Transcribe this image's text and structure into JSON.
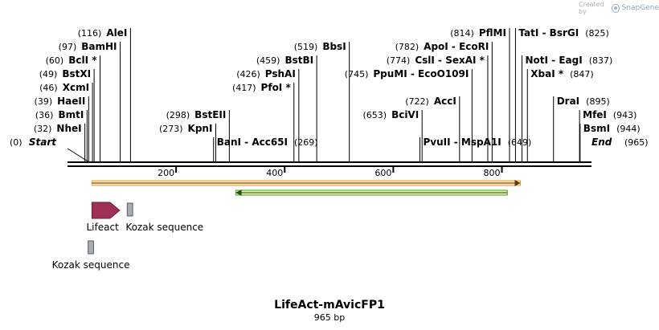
{
  "brand": {
    "created_by": "Created by",
    "app_name": "SnapGene"
  },
  "sequence": {
    "name": "LifeAct-mAvicFP1",
    "length_label": "965 bp",
    "length": 965
  },
  "colors": {
    "backbone": "#000000",
    "lifeact_arrow": "#a0305a",
    "kozak_box": "#a8acb4",
    "orange_orf": "#e8a040",
    "orange_orf_fill": "#fbe2b4",
    "green_orf": "#48b020",
    "green_orf_fill": "#d8f0b0",
    "leader_line": "#000000"
  },
  "terminals": [
    {
      "id": "start",
      "pos": 0,
      "num": "(0)",
      "name": "Start"
    },
    {
      "id": "end",
      "pos": 965,
      "num": "(965)",
      "name": "End"
    }
  ],
  "sites_left": [
    {
      "pos": 32,
      "num": "(32)",
      "name": "NheI"
    },
    {
      "pos": 36,
      "num": "(36)",
      "name": "BmtI"
    },
    {
      "pos": 39,
      "num": "(39)",
      "name": "HaeII"
    },
    {
      "pos": 46,
      "num": "(46)",
      "name": "XcmI"
    },
    {
      "pos": 49,
      "num": "(49)",
      "name": "BstXI"
    },
    {
      "pos": 60,
      "num": "(60)",
      "name": "BclI *"
    },
    {
      "pos": 97,
      "num": "(97)",
      "name": "BamHI"
    },
    {
      "pos": 116,
      "num": "(116)",
      "name": "AleI"
    }
  ],
  "sites_mid": [
    {
      "pos": 269,
      "num": "(269)",
      "name": "BanI  -  Acc65I",
      "side": "left"
    },
    {
      "pos": 273,
      "num": "(273)",
      "name": "KpnI",
      "side": "left"
    },
    {
      "pos": 298,
      "num": "(298)",
      "name": "BstEII",
      "side": "left"
    },
    {
      "pos": 417,
      "num": "(417)",
      "name": "PfoI *",
      "side": "left"
    },
    {
      "pos": 426,
      "num": "(426)",
      "name": "PshAI",
      "side": "left"
    },
    {
      "pos": 459,
      "num": "(459)",
      "name": "BstBI",
      "side": "left"
    },
    {
      "pos": 519,
      "num": "(519)",
      "name": "BbsI",
      "side": "left"
    },
    {
      "pos": 649,
      "num": "(649)",
      "name": "PvuII  -  MspA1I",
      "side": "left"
    },
    {
      "pos": 653,
      "num": "(653)",
      "name": "BciVI",
      "side": "left"
    },
    {
      "pos": 722,
      "num": "(722)",
      "name": "AccI",
      "side": "left"
    },
    {
      "pos": 745,
      "num": "(745)",
      "name": "PpuMI  -  EcoO109I",
      "side": "left"
    },
    {
      "pos": 774,
      "num": "(774)",
      "name": "CslI  -  SexAI *",
      "side": "left"
    },
    {
      "pos": 782,
      "num": "(782)",
      "name": "ApoI  -  EcoRI",
      "side": "left"
    },
    {
      "pos": 814,
      "num": "(814)",
      "name": "PflMI",
      "side": "left"
    }
  ],
  "sites_right": [
    {
      "pos": 825,
      "num": "(825)",
      "name": "TatI  -  BsrGI"
    },
    {
      "pos": 837,
      "num": "(837)",
      "name": "NotI  -  EagI"
    },
    {
      "pos": 847,
      "num": "(847)",
      "name": "XbaI *"
    },
    {
      "pos": 895,
      "num": "(895)",
      "name": "DraI"
    },
    {
      "pos": 943,
      "num": "(943)",
      "name": "MfeI"
    },
    {
      "pos": 944,
      "num": "(944)",
      "name": "BsmI"
    }
  ],
  "ticks": [
    {
      "pos": 200,
      "label": "200"
    },
    {
      "pos": 400,
      "label": "400"
    },
    {
      "pos": 600,
      "label": "600"
    },
    {
      "pos": 800,
      "label": "800"
    }
  ],
  "orfs": [
    {
      "id": "orf-forward",
      "start": 45,
      "end": 834,
      "direction": "forward",
      "color": "orange"
    },
    {
      "id": "orf-reverse",
      "start": 310,
      "end": 810,
      "direction": "reverse",
      "color": "green"
    }
  ],
  "features": [
    {
      "id": "lifeact",
      "type": "arrow",
      "start": 45,
      "end": 96,
      "label": "Lifeact"
    },
    {
      "id": "kozak-1",
      "type": "box",
      "start": 110,
      "end": 120,
      "label": "Kozak sequence"
    },
    {
      "id": "kozak-2",
      "type": "box",
      "start": 38,
      "end": 48,
      "label": "Kozak sequence"
    }
  ]
}
